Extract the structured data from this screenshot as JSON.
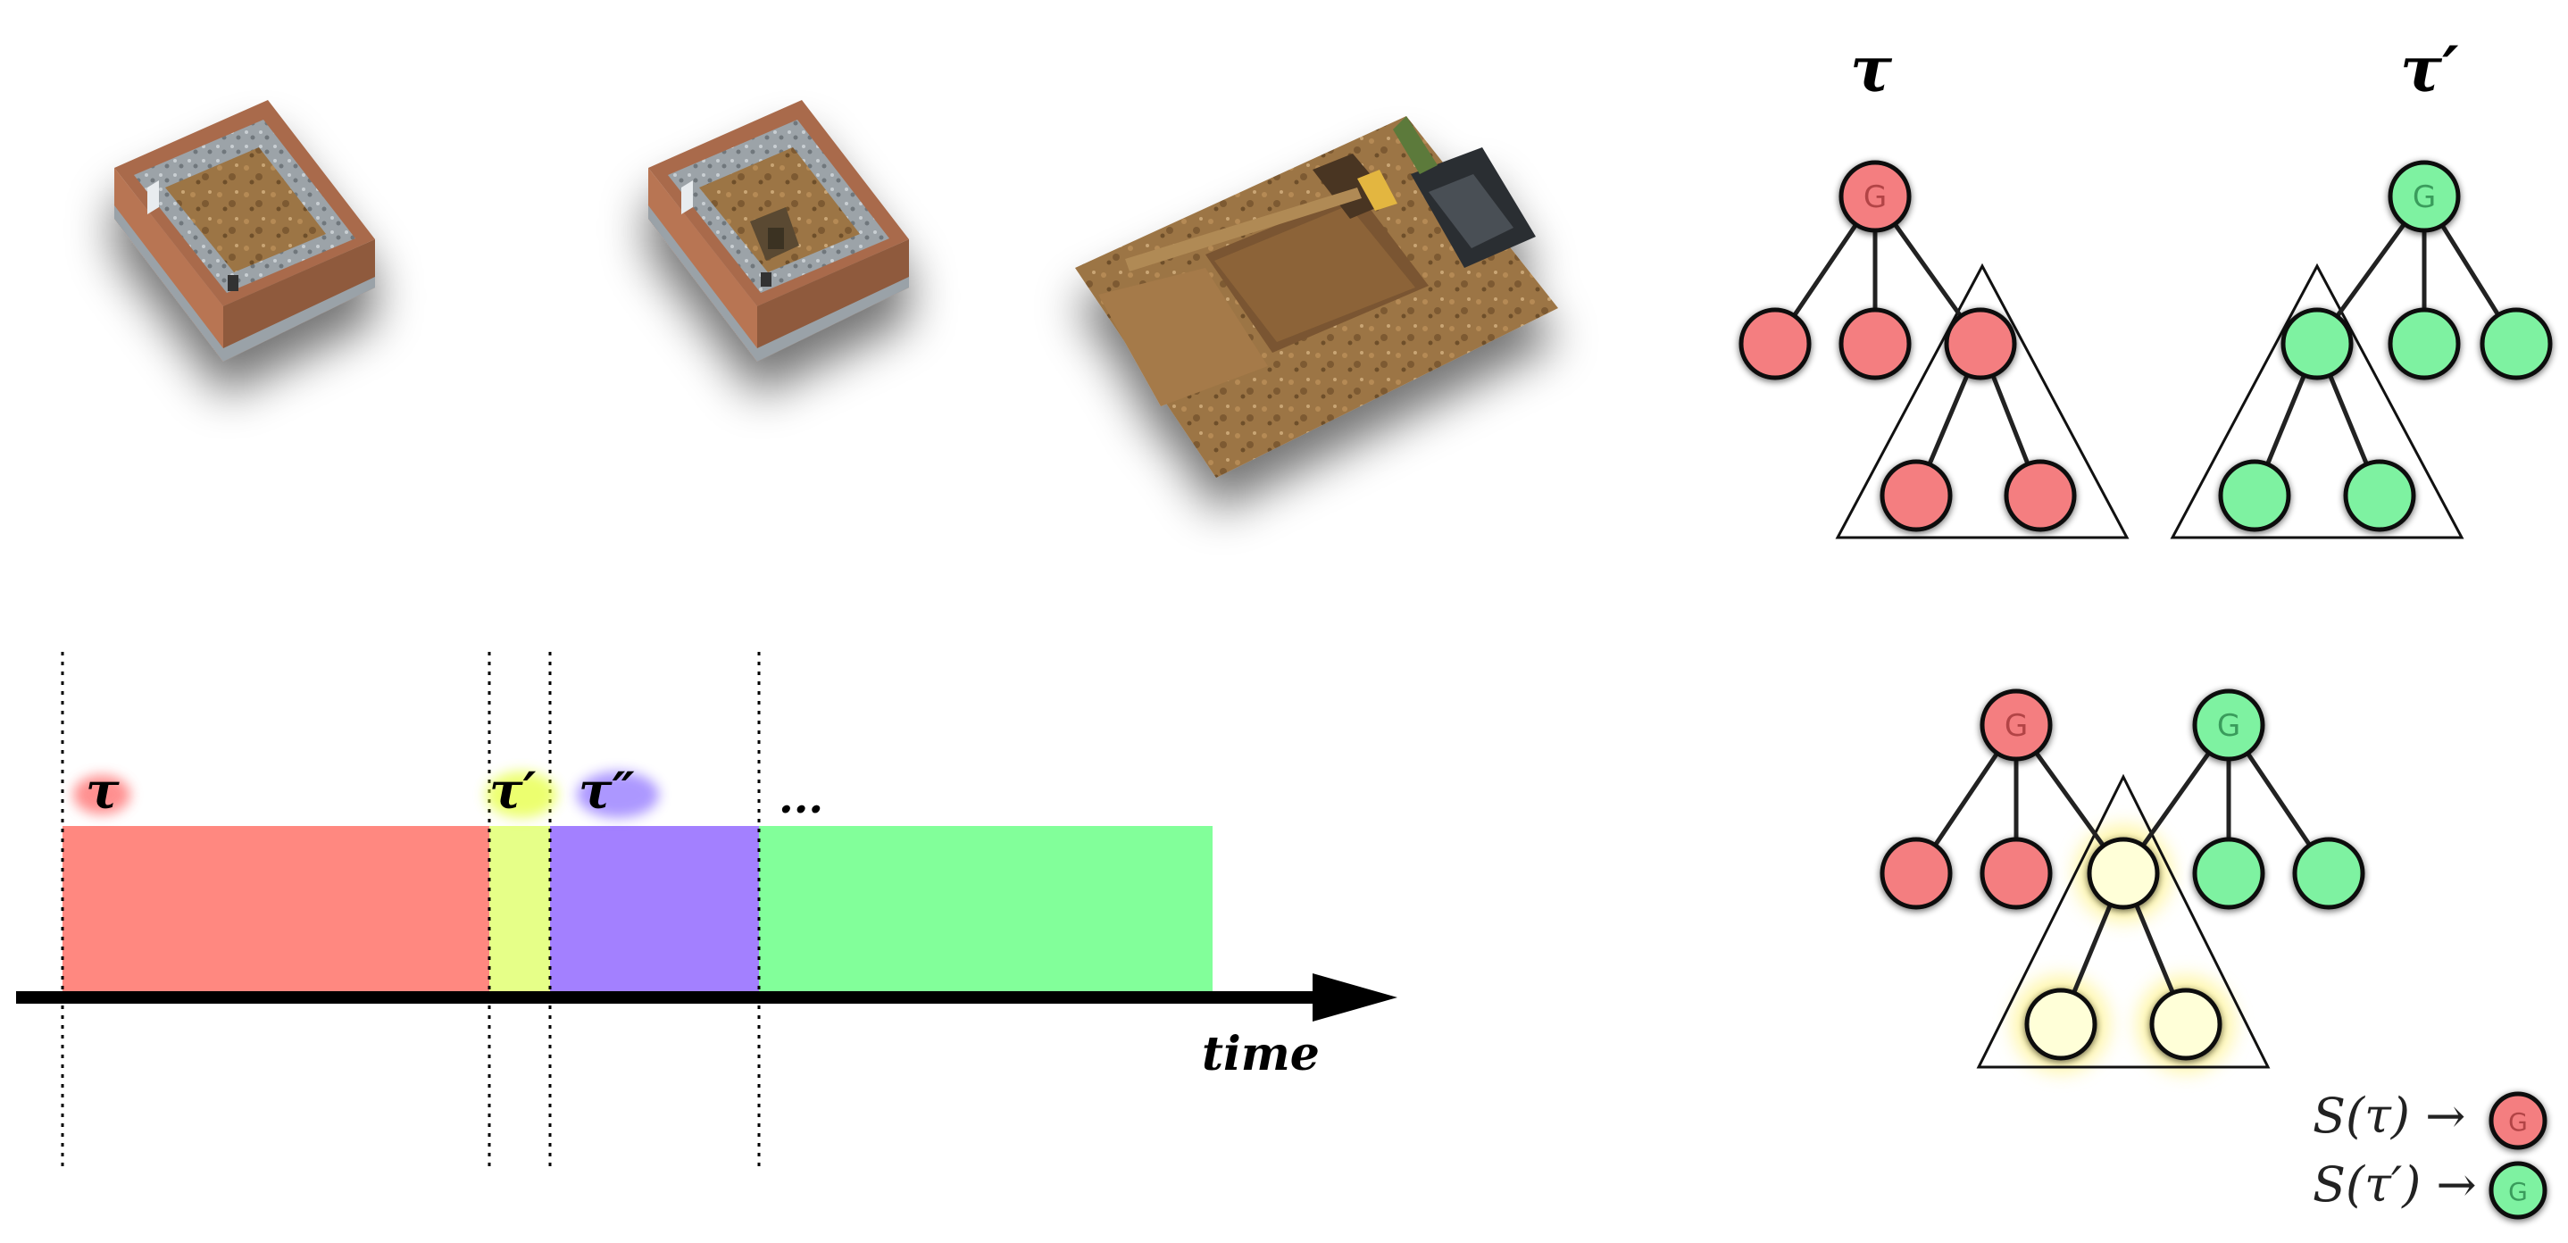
{
  "colors": {
    "red_segment": "#ff8880",
    "yellow_segment": "#e6ff88",
    "purple_segment": "#a380ff",
    "green_segment": "#82ff9a",
    "node_red": "#f47e80",
    "node_green": "#7ef2a1",
    "node_yellow": "#ffffd8",
    "axis": "#000000"
  },
  "timeline": {
    "segment_labels": [
      "τ",
      "τ′",
      "τ″",
      "..."
    ],
    "axis_label": "time"
  },
  "trees": {
    "left_title": "τ",
    "right_title": "τ′",
    "root_label": "G"
  },
  "legend": [
    {
      "expr": "S(τ) →",
      "node_label": "G",
      "node_color": "red"
    },
    {
      "expr": "S(τ′) →",
      "node_label": "G",
      "node_color": "green"
    }
  ],
  "images": [
    {
      "icon": "scene-model-1"
    },
    {
      "icon": "scene-model-2"
    },
    {
      "icon": "excavation-site-photo"
    }
  ]
}
